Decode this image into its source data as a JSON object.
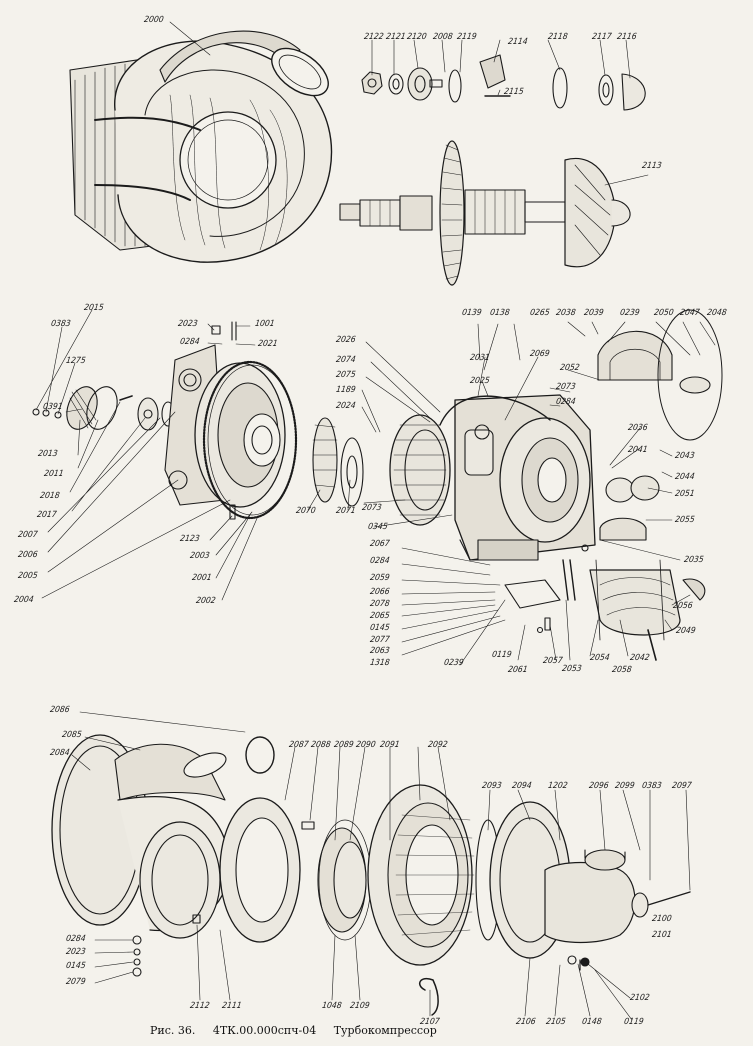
{
  "caption": {
    "figure": "Рис. 36.",
    "code": "4ТК.00.000спч-04",
    "title": "Турбокомпрессор"
  },
  "labels": {
    "l2000": "2000",
    "l2122": "2122",
    "l2121": "2121",
    "l2120": "2120",
    "l2008": "2008",
    "l2119": "2119",
    "l2114": "2114",
    "l2115": "2115",
    "l2118": "2118",
    "l2117": "2117",
    "l2116": "2116",
    "l2113": "2113",
    "l2015": "2015",
    "l0383a": "0383",
    "l1275": "1275",
    "l0391": "0391",
    "l2013": "2013",
    "l2011": "2011",
    "l2018": "2018",
    "l2017": "2017",
    "l2007": "2007",
    "l2006": "2006",
    "l2005": "2005",
    "l2004": "2004",
    "l2023a": "2023",
    "l1001": "1001",
    "l0284a": "0284",
    "l2021": "2021",
    "l2123": "2123",
    "l2003": "2003",
    "l2001": "2001",
    "l2002": "2002",
    "l2070": "2070",
    "l2071": "2071",
    "l2026": "2026",
    "l2074": "2074",
    "l2075": "2075",
    "l1189": "1189",
    "l2024": "2024",
    "l2073": "2073",
    "l0345": "0345",
    "l2031": "2031",
    "l2025": "2025",
    "l0139": "0139",
    "l0138": "0138",
    "l0265": "0265",
    "l2069": "2069",
    "l2038": "2038",
    "l2039": "2039",
    "l0239a": "0239",
    "l2052": "2052",
    "l2073b": "2073",
    "l0284b": "0284",
    "l2050": "2050",
    "l2047": "2047",
    "l2048": "2048",
    "l2036": "2036",
    "l2041": "2041",
    "l2043": "2043",
    "l2044": "2044",
    "l2051": "2051",
    "l2055": "2055",
    "l2035": "2035",
    "l2056": "2056",
    "l2049": "2049",
    "l2042": "2042",
    "l2058": "2058",
    "l2054": "2054",
    "l2053": "2053",
    "l2061": "2061",
    "l2057": "2057",
    "l0119a": "0119",
    "l0239b": "0239",
    "l2067": "2067",
    "l0284c": "0284",
    "l2059": "2059",
    "l2066": "2066",
    "l2078": "2078",
    "l2065": "2065",
    "l0145a": "0145",
    "l2077": "2077",
    "l2063": "2063",
    "l1318": "1318",
    "l2086": "2086",
    "l2085": "2085",
    "l2084": "2084",
    "l2087": "2087",
    "l2088": "2088",
    "l2089": "2089",
    "l2090": "2090",
    "l2091": "2091",
    "l2092": "2092",
    "l2093": "2093",
    "l2094": "2094",
    "l1202": "1202",
    "l2096": "2096",
    "l2099": "2099",
    "l0383b": "0383",
    "l2097": "2097",
    "l2100": "2100",
    "l2101": "2101",
    "l0284d": "0284",
    "l2023b": "2023",
    "l0145b": "0145",
    "l2079": "2079",
    "l2112": "2112",
    "l2111": "2111",
    "l1048": "1048",
    "l2109": "2109",
    "l2107": "2107",
    "l2106": "2106",
    "l2105": "2105",
    "l0148": "0148",
    "l0119b": "0119",
    "l2102": "2102"
  }
}
